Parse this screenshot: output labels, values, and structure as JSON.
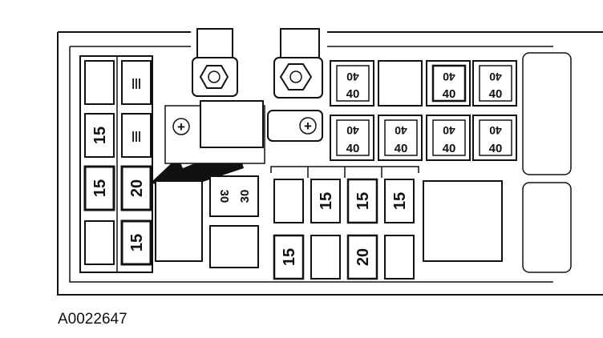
{
  "figure_id": "A0022647",
  "left_column": {
    "fuse_2": "15",
    "fuse_3a": "15",
    "fuse_3b": "20",
    "fuse_4b": "15"
  },
  "center": {
    "relay_30_top": "30",
    "relay_30_bottom": "30"
  },
  "maxi_fuses": {
    "row1": [
      {
        "top": "40",
        "bottom": "40"
      },
      {
        "top": "40",
        "bottom": "40"
      },
      {
        "top": "40",
        "bottom": "40"
      }
    ],
    "row2": [
      {
        "top": "40",
        "bottom": "40"
      },
      {
        "top": "40",
        "bottom": "40"
      },
      {
        "top": "40",
        "bottom": "40"
      },
      {
        "top": "40",
        "bottom": "40"
      }
    ]
  },
  "mini_fuses": {
    "row1": [
      "15",
      "15",
      "15"
    ],
    "row2": [
      "15",
      "20"
    ]
  },
  "terminal_symbols": [
    "+",
    "+"
  ],
  "colors": {
    "ink": "#111111",
    "background": "#ffffff",
    "fill_light": "#f4f4f4"
  }
}
